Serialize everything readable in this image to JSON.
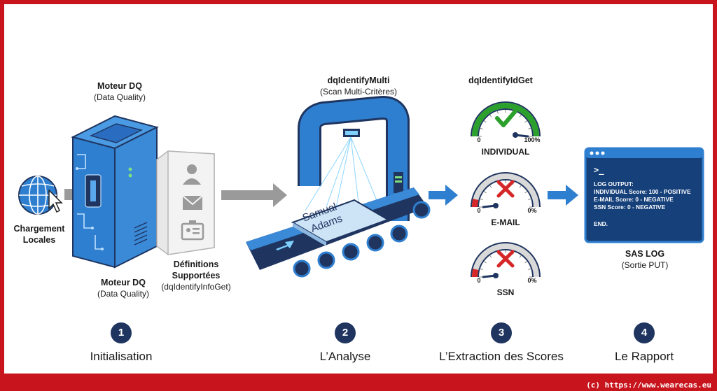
{
  "engine_top": {
    "title": "Moteur DQ",
    "subtitle": "(Data Quality)"
  },
  "engine_bottom": {
    "title": "Moteur DQ",
    "subtitle": "(Data Quality)"
  },
  "loading": {
    "line1": "Chargement",
    "line2": "Locales"
  },
  "definitions": {
    "line1": "Définitions",
    "line2": "Supportées",
    "line3": "(dqIdentifyInfoGet)"
  },
  "scanner": {
    "title": "dqIdentifyMulti",
    "subtitle": "(Scan Multi-Critères)",
    "card_text_1": "Samual",
    "card_text_2": "Adams"
  },
  "gauges": {
    "title": "dqIdentifyIdGet",
    "items": [
      {
        "label": "INDIVIDUAL",
        "min": "0",
        "max": "100%",
        "value": 100,
        "status": "positive",
        "color": "#2ca02c"
      },
      {
        "label": "E-MAIL",
        "min": "0",
        "max": "0%",
        "value": 0,
        "status": "negative",
        "color": "#d62728"
      },
      {
        "label": "SSN",
        "min": "0",
        "max": "0%",
        "value": 0,
        "status": "negative",
        "color": "#d62728"
      }
    ]
  },
  "log": {
    "prompt": ">_",
    "lines": [
      "LOG OUTPUT:",
      "INDIVIDUAL Score: 100 - POSITIVE",
      "E-MAIL Score: 0 - NEGATIVE",
      "SSN Score: 0 - NEGATIVE",
      "",
      "END."
    ],
    "title": "SAS LOG",
    "subtitle": "(Sortie PUT)"
  },
  "steps": [
    {
      "num": "1",
      "label": "Initialisation"
    },
    {
      "num": "2",
      "label": "L’Analyse"
    },
    {
      "num": "3",
      "label": "L’Extraction des Scores"
    },
    {
      "num": "4",
      "label": "Le Rapport"
    }
  ],
  "footer": "(c) https://www.wearecas.eu",
  "colors": {
    "primary_blue": "#2f7fd0",
    "dark_navy": "#1f3560",
    "border_red": "#c8141c",
    "terminal": "#16407a"
  }
}
